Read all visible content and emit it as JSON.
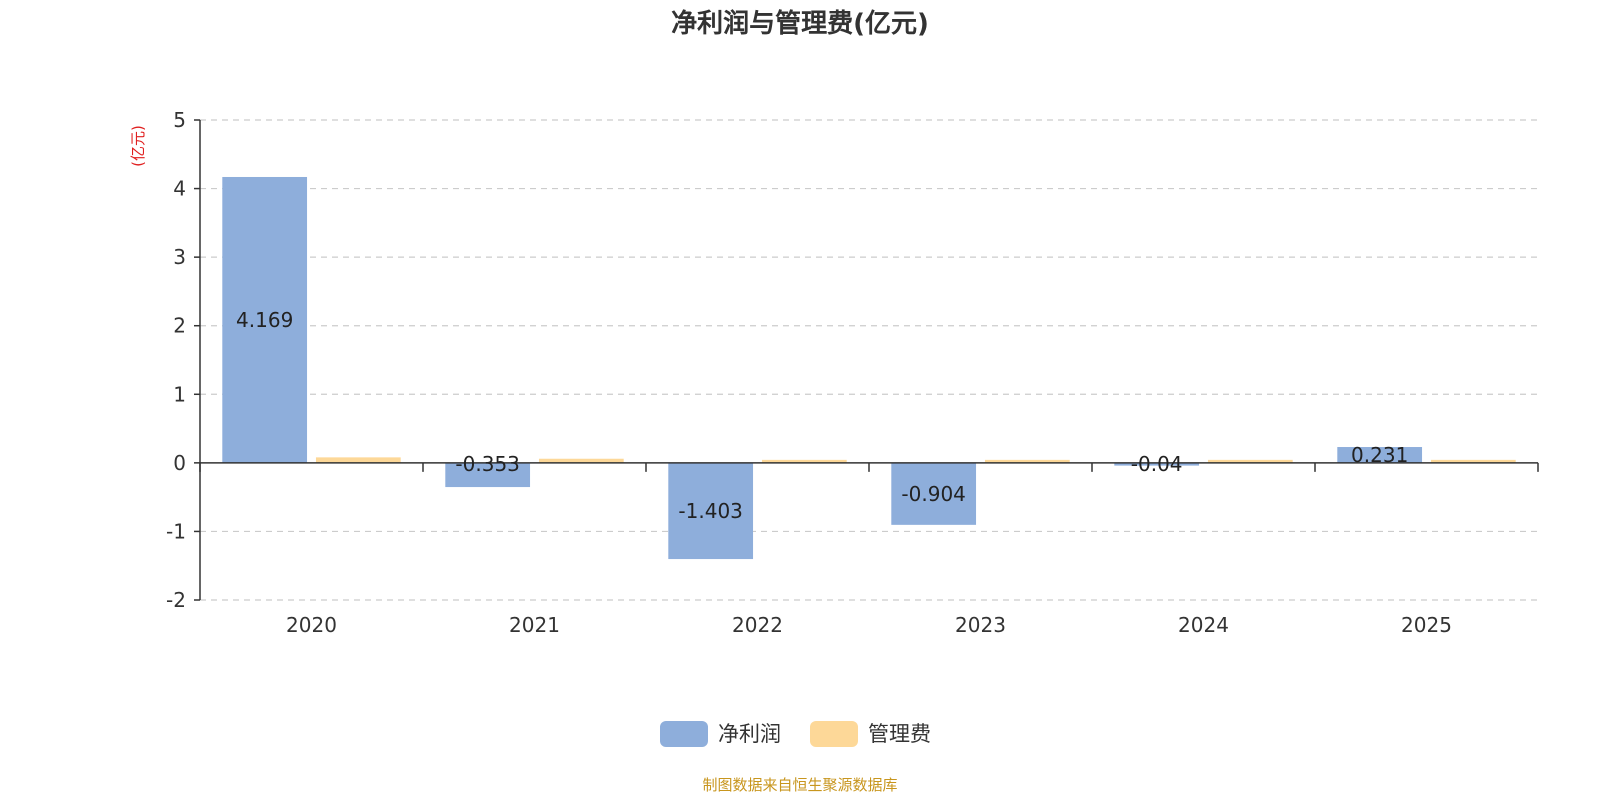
{
  "chart_data": {
    "type": "bar",
    "title": "净利润与管理费(亿元)",
    "y_unit_label": "(亿元)",
    "categories": [
      "2020",
      "2021",
      "2022",
      "2023",
      "2024",
      "2025"
    ],
    "series": [
      {
        "name": "净利润",
        "color": "#8eaedb",
        "values": [
          4.169,
          -0.353,
          -1.403,
          -0.904,
          -0.04,
          0.231
        ],
        "data_labels": [
          "4.169",
          "-0.353",
          "-1.403",
          "-0.904",
          "-0.04",
          "0.231"
        ]
      },
      {
        "name": "管理费",
        "color": "#fdd898",
        "values": [
          0.08,
          0.06,
          0.04,
          0.03,
          0.02,
          0.02
        ]
      }
    ],
    "y_ticks": [
      "-2",
      "-1",
      "0",
      "1",
      "2",
      "3",
      "4",
      "5"
    ],
    "ylim": [
      -2,
      5
    ],
    "grid": true,
    "grid_style": "dashed",
    "legend_position": "bottom-center"
  },
  "colors": {
    "unit_label": "#e02020",
    "source": "#c8961e",
    "axis": "#333333",
    "grid": "#cccccc"
  },
  "source_text": "制图数据来自恒生聚源数据库"
}
